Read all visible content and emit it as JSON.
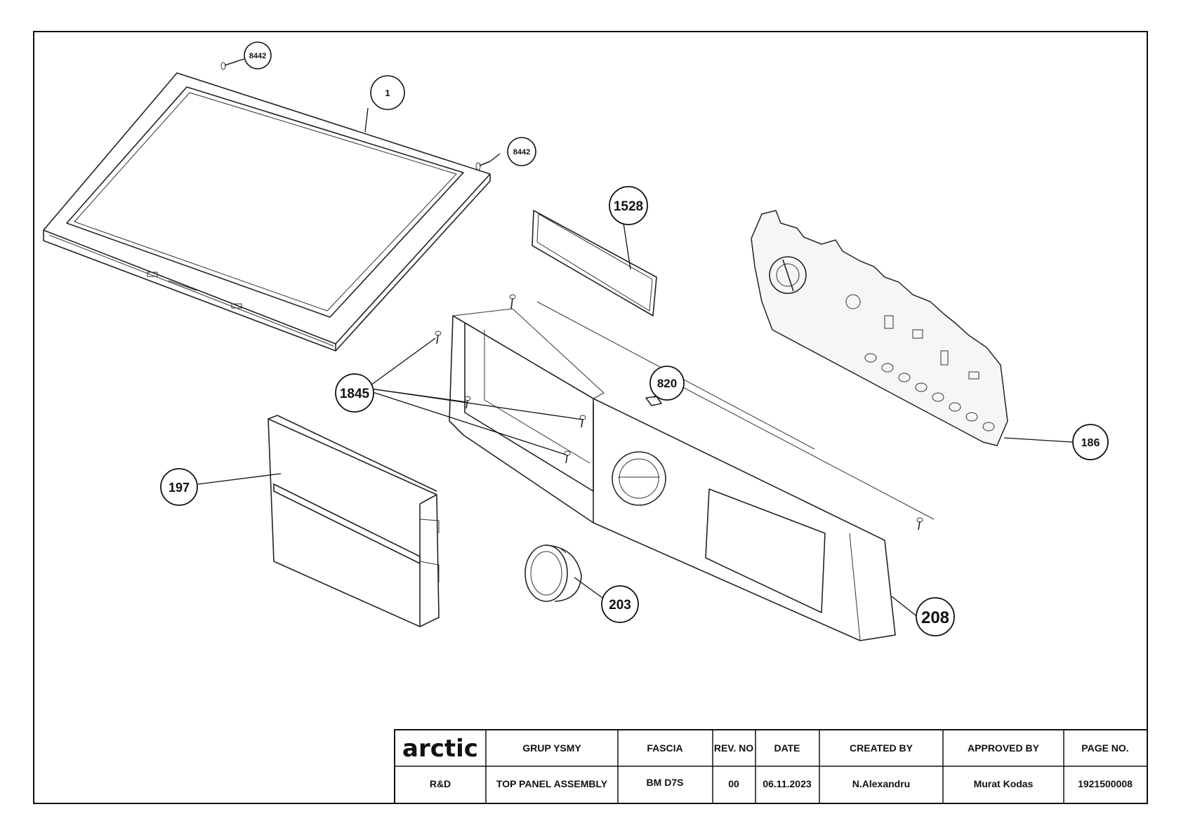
{
  "balloons": {
    "b8442_top": "8442",
    "b1": "1",
    "b8442_right": "8442",
    "b1528": "1528",
    "b1845": "1845",
    "b820": "820",
    "b186": "186",
    "b197": "197",
    "b203": "203",
    "b208": "208"
  },
  "title_block": {
    "logo": "arctic",
    "group_label": "GRUP YSMY",
    "part_label": "FASCIA",
    "rev_label": "REV. NO",
    "date_label": "DATE",
    "created_label": "CREATED BY",
    "approved_label": "APPROVED BY",
    "page_label": "PAGE NO.",
    "department": "R&D",
    "assembly": "TOP PANEL ASSEMBLY",
    "model": "BM D7S",
    "revision": "00",
    "date": "06.11.2023",
    "created_by": "N.Alexandru",
    "approved_by": "Murat Kodas",
    "page_no": "1921500008"
  }
}
